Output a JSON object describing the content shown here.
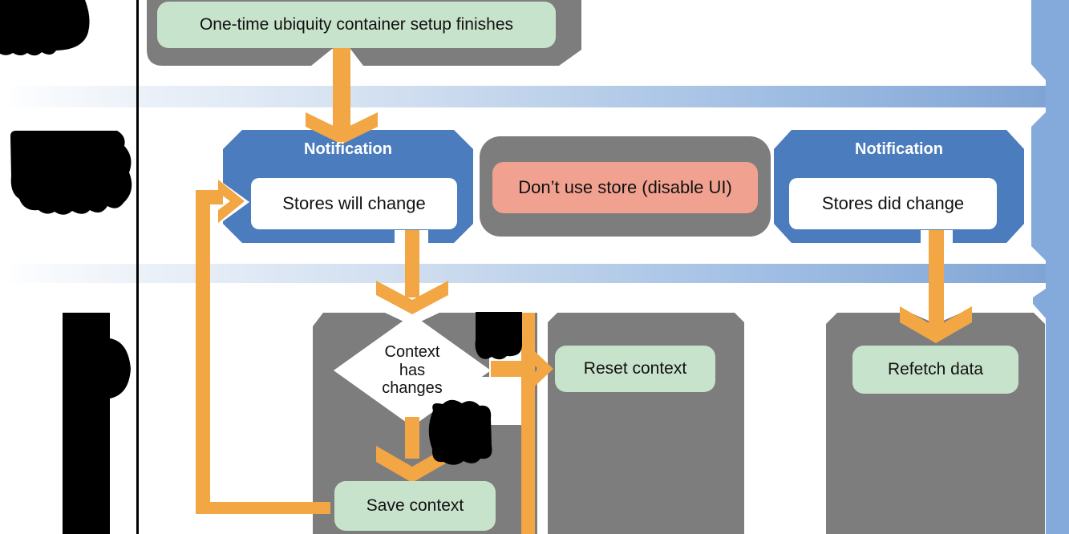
{
  "diagram": {
    "nodes": {
      "setup": "One-time ubiquity container setup finishes",
      "notification_left": {
        "title": "Notification",
        "body": "Stores will change"
      },
      "dont_use_store": "Don’t use store (disable UI)",
      "notification_right": {
        "title": "Notification",
        "body": "Stores did change"
      },
      "decision": "Context\nhas\nchanges",
      "reset": "Reset context",
      "refetch": "Refetch data",
      "save": "Save context"
    },
    "redactions": [
      "top-left-label-redacted",
      "middle-left-label-redacted",
      "bottom-left-label-redacted",
      "decision-no-label-redacted",
      "decision-yes-label-redacted"
    ],
    "colors": {
      "notification_blue": "#4a7cbe",
      "ribbon_blue": "#84a9db",
      "container_gray": "#7d7d7d",
      "action_green": "#c8e3cb",
      "warning_salmon": "#f1a18f",
      "arrow_orange": "#f2a644",
      "band_blue": "#7da2d3",
      "redaction_black": "#000000"
    }
  }
}
